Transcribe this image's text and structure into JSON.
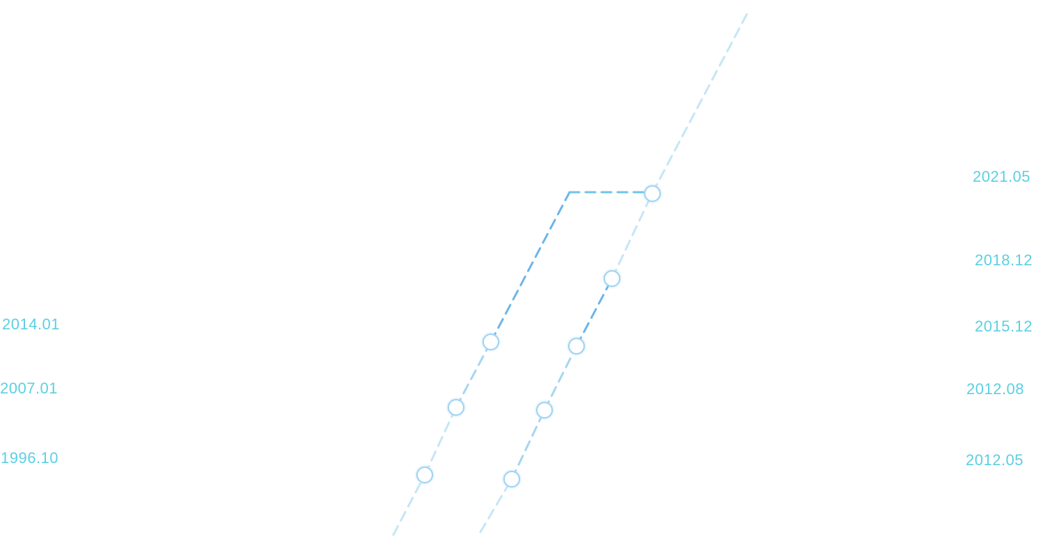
{
  "colors": {
    "label": "#5bcfe3",
    "line_light": "#c5e6f6",
    "line_mid": "#a6d6f0",
    "line_dark": "#6bb6e8",
    "line_connector": "#6cc6ea",
    "node_stroke": "#9fd3f2",
    "node_fill": "#ffffff"
  },
  "left_track": {
    "dates": [
      "2014.01",
      "2007.01",
      "1996.10"
    ]
  },
  "right_track": {
    "dates": [
      "2021.05",
      "2018.12",
      "2015.12",
      "2012.08",
      "2012.05"
    ]
  }
}
